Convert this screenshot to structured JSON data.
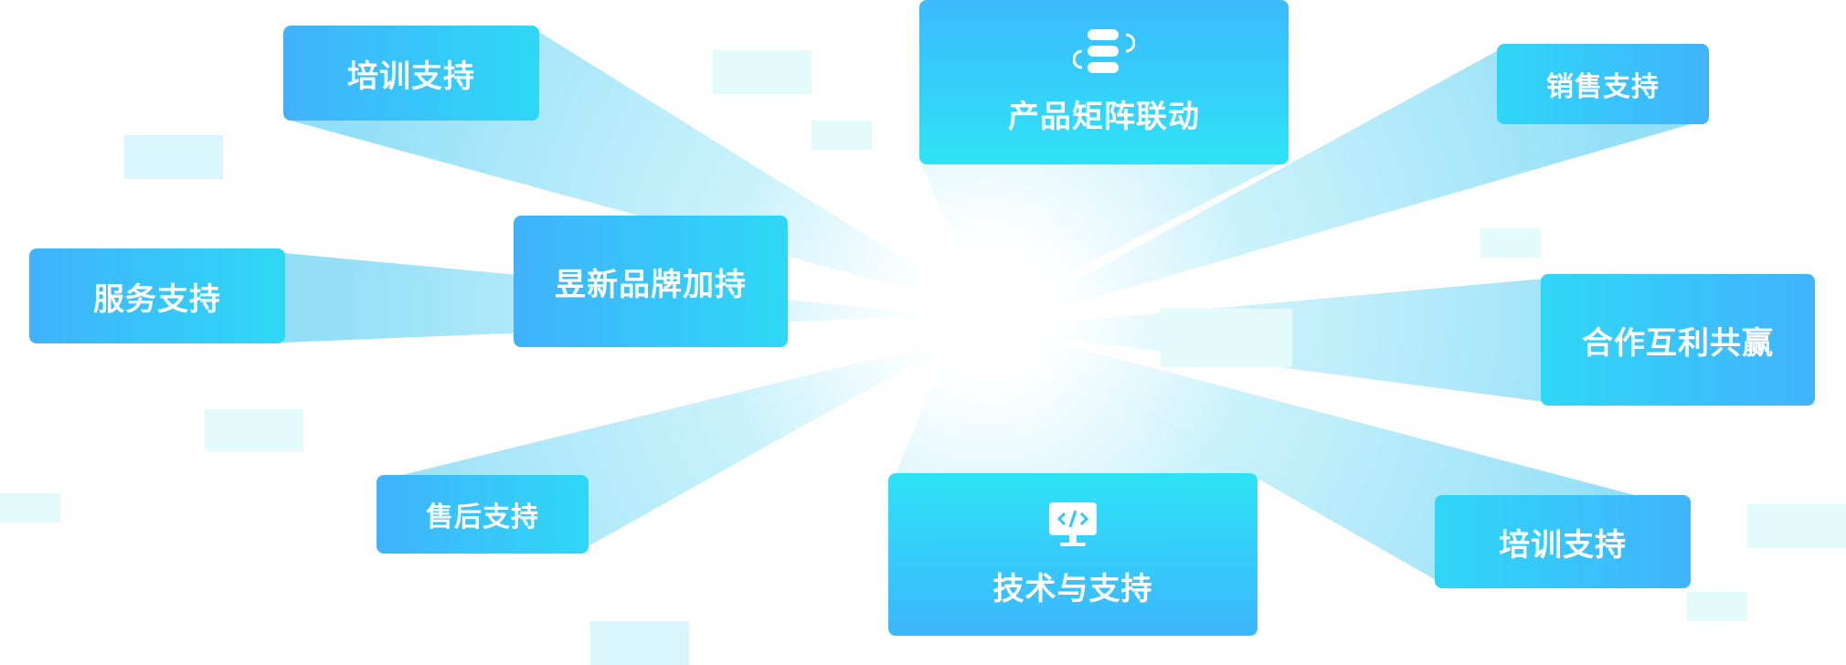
{
  "diagram": {
    "center_hub": {
      "label": "昱新品牌加持"
    },
    "top_feature": {
      "label": "产品矩阵联动",
      "icon": "stacked-layers-icon"
    },
    "bottom_feature": {
      "label": "技术与支持",
      "icon": "code-monitor-icon"
    },
    "left_nodes": [
      {
        "id": "training-left",
        "label": "培训支持"
      },
      {
        "id": "service",
        "label": "服务支持"
      },
      {
        "id": "after-sales",
        "label": "售后支持"
      }
    ],
    "right_nodes": [
      {
        "id": "sales",
        "label": "销售支持"
      },
      {
        "id": "cooperation",
        "label": "合作互利共赢"
      },
      {
        "id": "training-right",
        "label": "培训支持"
      }
    ]
  },
  "colors": {
    "node_blue": "#40b2fd",
    "node_cyan": "#2ed8f5",
    "beam_tint": "#bfeffb",
    "deco_tint": "#e3fbfb"
  }
}
